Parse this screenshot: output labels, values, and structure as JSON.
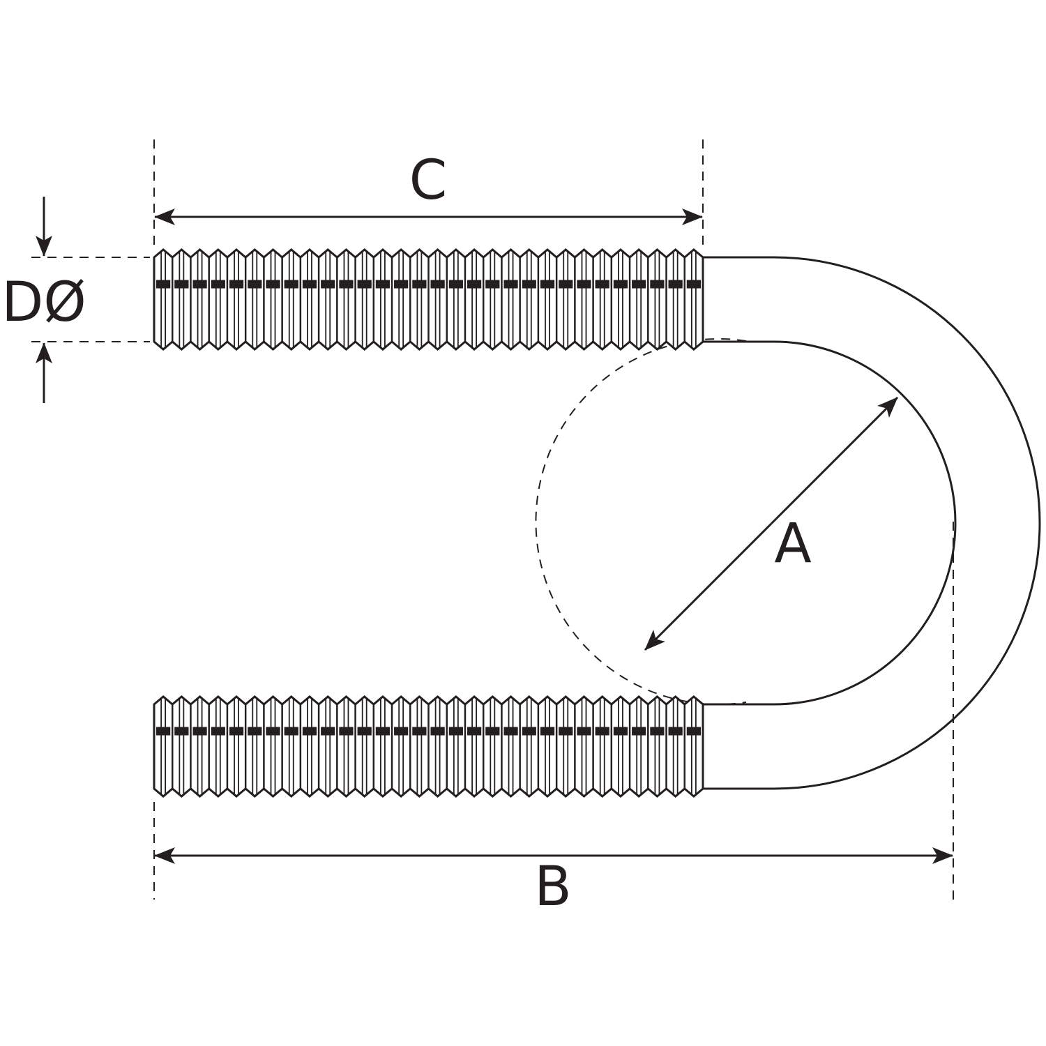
{
  "diagram": {
    "labels": {
      "a": "A",
      "b": "B",
      "c": "C",
      "d": "DØ"
    },
    "colors": {
      "line": "#231f20",
      "background": "#ffffff"
    }
  }
}
